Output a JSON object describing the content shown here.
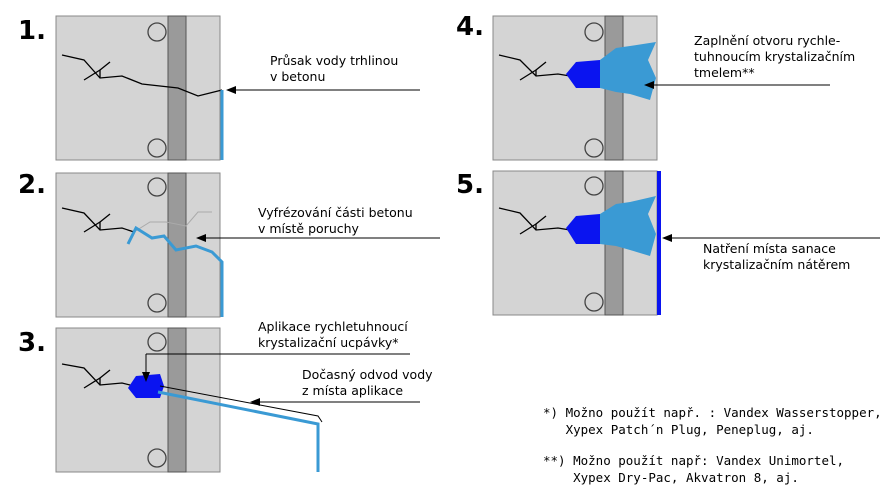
{
  "steps": [
    {
      "number": "1.",
      "label_line1": "Průsak vody trhlinou",
      "label_line2": "v betonu"
    },
    {
      "number": "2.",
      "label_line1": "Vyfrézování části betonu",
      "label_line2": "v místě poruchy"
    },
    {
      "number": "3.",
      "label_line1": "Aplikace rychletuhnoucí",
      "label_line2": "krystalizační ucpávky*",
      "label2_line1": "Dočasný odvod vody",
      "label2_line2": "z místa aplikace"
    },
    {
      "number": "4.",
      "label_line1": "Zaplnění otvoru rychle-",
      "label_line2": "tuhnoucím krystalizačním",
      "label_line3": "tmelem**"
    },
    {
      "number": "5.",
      "label_line1": "Natření místa sanace",
      "label_line2": "krystalizačním nátěrem"
    }
  ],
  "notes": {
    "note1_line1": "*) Možno použít např. : Vandex Wasserstopper,",
    "note1_line2": "   Xypex Patch´n Plug, Peneplug, aj.",
    "note2_line1": "**) Možno použít např: Vandex Unimortel,",
    "note2_line2": "    Xypex Dry-Pac, Akvatron 8, aj."
  },
  "colors": {
    "concrete": "#d4d4d4",
    "membrane": "#9a9a9a",
    "water": "#3a9ad4",
    "plug": "#0a14f0",
    "crack": "#000000"
  }
}
